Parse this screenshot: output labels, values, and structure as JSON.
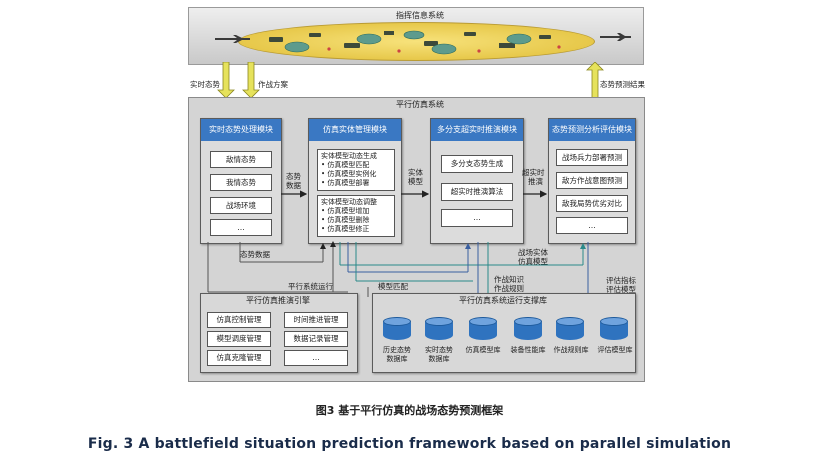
{
  "command_system": {
    "title": "指挥信息系统"
  },
  "top_labels": {
    "realtime_situation": "实时态势",
    "combat_plan": "作战方案",
    "prediction_result": "态势预测结果"
  },
  "parallel_system": {
    "title": "平行仿真系统"
  },
  "module1": {
    "title": "实时态势处理模块",
    "items": [
      "敌情态势",
      "我情态势",
      "战场环境",
      "…"
    ]
  },
  "module2": {
    "title": "仿真实体管理模块",
    "group1": [
      "实体模型动态生成",
      "• 仿真模型匹配",
      "• 仿真模型实例化",
      "• 仿真模型部署"
    ],
    "group2": [
      "实体模型动态调整",
      "• 仿真模型增加",
      "• 仿真模型删除",
      "• 仿真模型修正"
    ]
  },
  "module3": {
    "title": "多分支超实时推演模块",
    "items": [
      "多分支态势生成",
      "超实时推演算法",
      "…"
    ]
  },
  "module4": {
    "title": "态势预测分析评估模块",
    "items": [
      "战场兵力部署预测",
      "敌方作战意图预测",
      "敌我局势优劣对比",
      "…"
    ]
  },
  "edge_labels": {
    "situation_data_1": "态势",
    "situation_data_2": "数据",
    "entity_model_1": "实体",
    "entity_model_2": "模型",
    "super_realtime_1": "超实时",
    "super_realtime_2": "推演",
    "situation_data": "态势数据",
    "battlefield_entity_1": "战场实体",
    "battlefield_entity_2": "仿真模型",
    "combat_knowledge": "作战知识",
    "combat_rules": "作战规则",
    "eval_index": "评估指标",
    "eval_model": "评估模型",
    "parallel_running": "平行系统运行",
    "model_matching": "模型匹配"
  },
  "engine": {
    "title": "平行仿真推演引擎",
    "items": [
      "仿真控制管理",
      "时间推进管理",
      "模型调度管理",
      "数据记录管理",
      "仿真克隆管理",
      "…"
    ]
  },
  "library": {
    "title": "平行仿真系统运行支撑库",
    "dbs": [
      {
        "l1": "历史态势",
        "l2": "数据库"
      },
      {
        "l1": "实时态势",
        "l2": "数据库"
      },
      {
        "l1": "仿真模型库",
        "l2": ""
      },
      {
        "l1": "装备性能库",
        "l2": ""
      },
      {
        "l1": "作战规则库",
        "l2": ""
      },
      {
        "l1": "评估模型库",
        "l2": ""
      }
    ]
  },
  "caption": {
    "cn": "图3  基于平行仿真的战场态势预测框架",
    "en": "Fig. 3  A battlefield situation prediction framework based on parallel simulation"
  }
}
